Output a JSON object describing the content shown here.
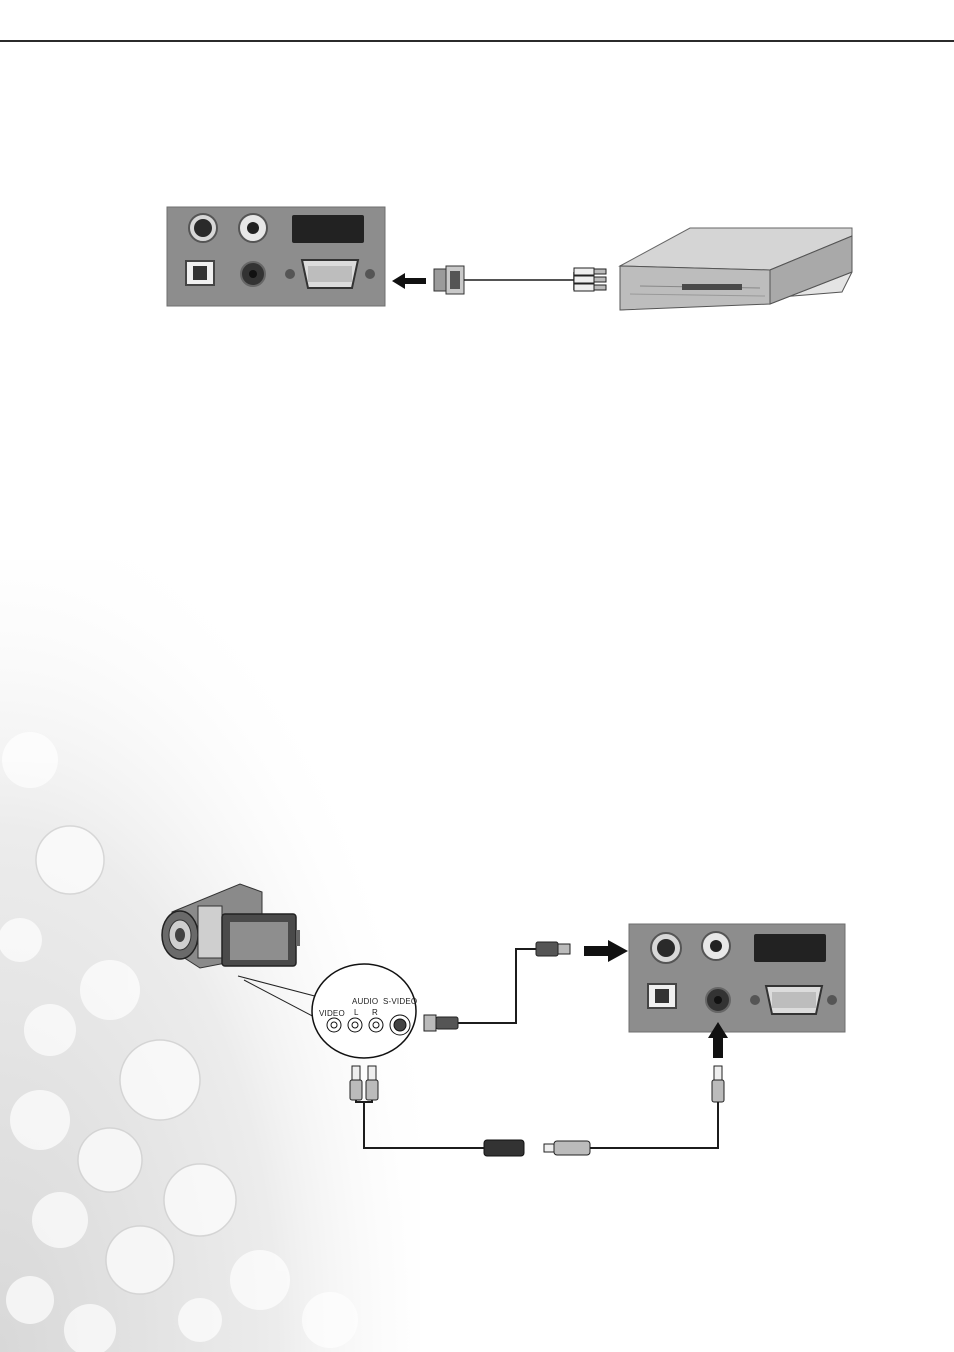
{
  "camcorder_panel": {
    "jack_labels": {
      "video": "VIDEO",
      "audio": "AUDIO",
      "audio_left": "L",
      "audio_right": "R",
      "svideo": "S-VIDEO"
    }
  },
  "colors": {
    "panel": "#8d8d8d",
    "cable": "#1c1c1c",
    "arrow": "#111111",
    "device_top": "#dcdcdc"
  },
  "icons": [
    "input-panel",
    "vga-to-component-adapter",
    "rca-plug",
    "dvd-player",
    "camcorder",
    "svideo-plug",
    "audio-y-cable",
    "mini-jack-plug",
    "arrow"
  ]
}
